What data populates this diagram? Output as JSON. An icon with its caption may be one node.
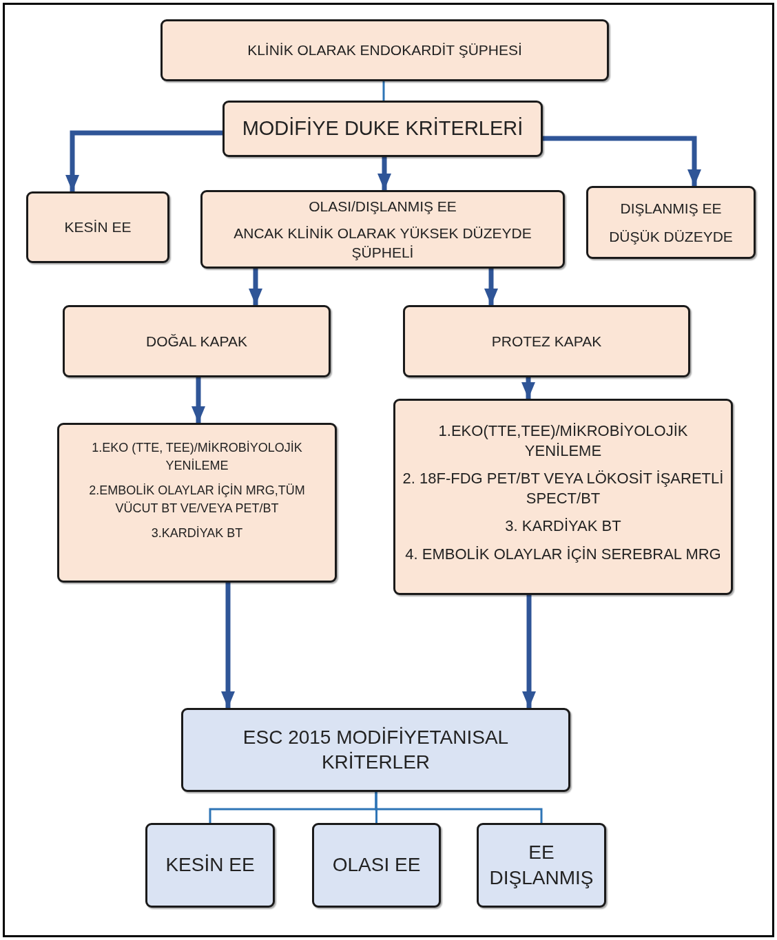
{
  "diagram": {
    "nodes": [
      {
        "text": [
          "KLİNİK OLARAK ENDOKARDİT ŞÜPHESİ"
        ]
      },
      {
        "text": [
          "MODİFİYE DUKE KRİTERLERİ"
        ]
      },
      {
        "text": [
          "KESİN EE"
        ]
      },
      {
        "text": [
          "OLASI/DIŞLANMIŞ EE",
          "ANCAK KLİNİK OLARAK YÜKSEK DÜZEYDE ŞÜPHELİ"
        ]
      },
      {
        "text": [
          "DIŞLANMIŞ EE",
          "DÜŞÜK DÜZEYDE"
        ]
      },
      {
        "text": [
          "DOĞAL KAPAK"
        ]
      },
      {
        "text": [
          "PROTEZ KAPAK"
        ]
      },
      {
        "text": [
          "1.EKO (TTE, TEE)/MİKROBİYOLOJİK YENİLEME",
          "2.EMBOLİK OLAYLAR İÇİN MRG,TÜM VÜCUT BT VE/VEYA PET/BT",
          "3.KARDİYAK BT"
        ]
      },
      {
        "text": [
          "1.EKO(TTE,TEE)/MİKROBİYOLOJİK YENİLEME",
          "2. 18F-FDG PET/BT VEYA LÖKOSİT İŞARETLİ SPECT/BT",
          "3. KARDİYAK BT",
          "4. EMBOLİK OLAYLAR İÇİN SEREBRAL MRG"
        ]
      },
      {
        "text": [
          "ESC 2015 MODİFİYETANISAL KRİTERLER"
        ]
      },
      {
        "text": [
          "KESİN EE"
        ]
      },
      {
        "text": [
          "OLASI EE"
        ]
      },
      {
        "text": [
          "EE DIŞLANMIŞ"
        ]
      }
    ],
    "edges": [
      {
        "from": 0,
        "to": 1,
        "arrow": "none",
        "color": "#2e75b6"
      },
      {
        "from": 1,
        "to": 2,
        "arrow": "to"
      },
      {
        "from": 1,
        "to": 3,
        "arrow": "to"
      },
      {
        "from": 1,
        "to": 4,
        "arrow": "to"
      },
      {
        "from": 3,
        "to": 5,
        "arrow": "to"
      },
      {
        "from": 3,
        "to": 6,
        "arrow": "to"
      },
      {
        "from": 5,
        "to": 7,
        "arrow": "to"
      },
      {
        "from": 6,
        "to": 8,
        "arrow": "to"
      },
      {
        "from": 7,
        "to": 9,
        "arrow": "to"
      },
      {
        "from": 8,
        "to": 9,
        "arrow": "to"
      },
      {
        "from": 9,
        "to": 10,
        "arrow": "none",
        "color": "#2e75b6"
      },
      {
        "from": 9,
        "to": 11,
        "arrow": "none",
        "color": "#2e75b6"
      },
      {
        "from": 9,
        "to": 12,
        "arrow": "none",
        "color": "#2e75b6"
      }
    ]
  }
}
